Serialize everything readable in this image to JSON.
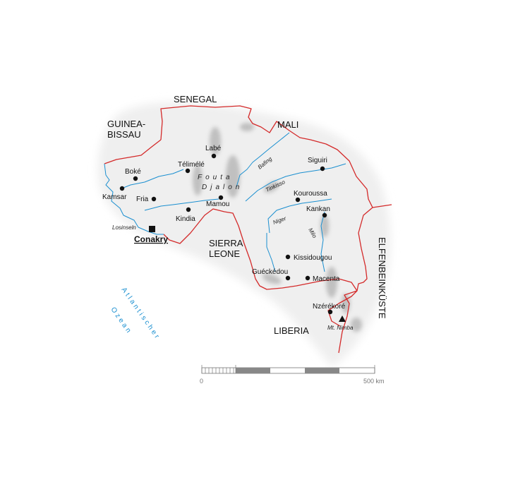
{
  "countries": {
    "senegal": "SENEGAL",
    "guinea_bissau_1": "GUINEA-",
    "guinea_bissau_2": "BISSAU",
    "mali": "MALI",
    "sierra_leone_1": "SIERRA",
    "sierra_leone_2": "LEONE",
    "liberia": "LIBERIA",
    "ivory_coast": "ELFENBEINKÜSTE"
  },
  "capital": "Conakry",
  "cities": {
    "labe": "Labé",
    "telimele": "Télimélé",
    "boke": "Boké",
    "kamsar": "Kamsar",
    "fria": "Fria",
    "mamou": "Mamou",
    "kindia": "Kindia",
    "siguiri": "Siguiri",
    "kouroussa": "Kouroussa",
    "kankan": "Kankan",
    "kissidougou": "Kissidougou",
    "gueckedou": "Guéckédou",
    "macenta": "Macenta",
    "nzerekore": "Nzérékoré"
  },
  "region_label": {
    "line1": "Fouta",
    "line2": "Djalon"
  },
  "rivers": {
    "bafing": "Bafing",
    "tinkisso": "Tinkisso",
    "niger": "Niger",
    "milo": "Milo"
  },
  "features": {
    "losinseln": "Losinseln",
    "mt_nimba": "Mt. Nimba"
  },
  "ocean": {
    "line1": "Atlantischer",
    "line2": "Ozean"
  },
  "scale": {
    "start": "0",
    "end": "500 km"
  },
  "colors": {
    "border": "#d42a2a",
    "river": "#1a8fd0",
    "relief_dark": "#9a9a9a",
    "land": "#f2f2f2"
  }
}
